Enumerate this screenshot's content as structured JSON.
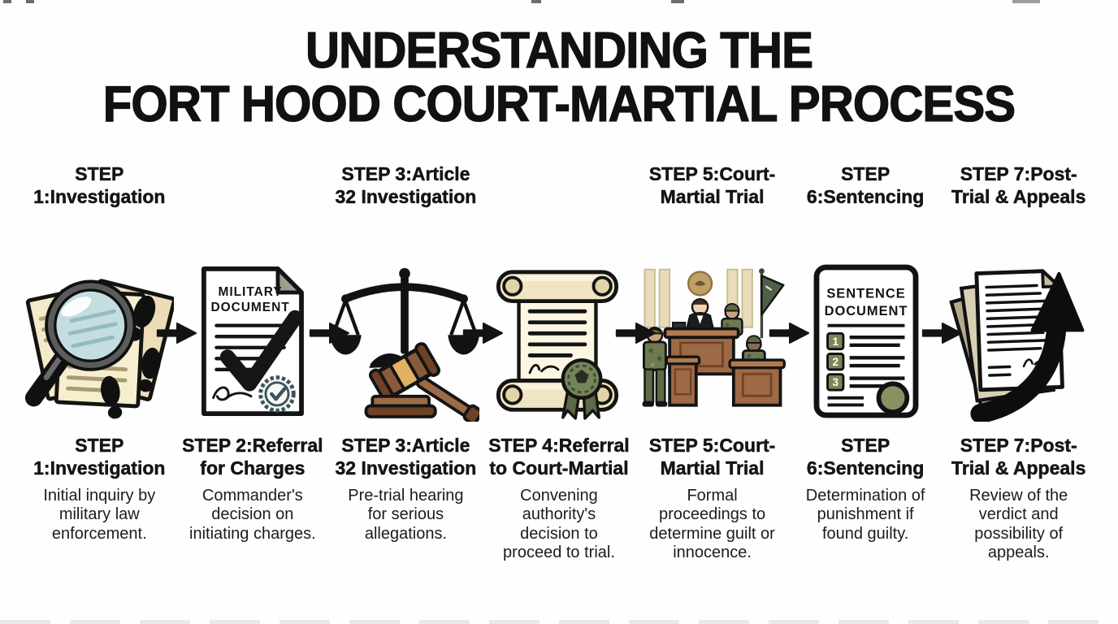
{
  "title": {
    "line1": "UNDERSTANDING THE",
    "line2": "FORT HOOD COURT-MARTIAL PROCESS"
  },
  "top_labels": [
    {
      "step": "STEP 1:",
      "name": "Investigation"
    },
    {
      "step": "STEP 3:",
      "name": "Article 32 Investigation"
    },
    {
      "step": "STEP 5:",
      "name": "Court-Martial Trial"
    },
    {
      "step": "STEP 6:",
      "name": "Sentencing"
    },
    {
      "step": "STEP 7:",
      "name": "Post-Trial & Appeals"
    }
  ],
  "steps": [
    {
      "step": "STEP 1:",
      "name": "Investigation",
      "description": "Initial inquiry by military law enforcement.",
      "icon": "magnifier-documents-footprints-icon"
    },
    {
      "step": "STEP 2:",
      "name": "Referral for Charges",
      "description": "Commander's decision on initiating charges.",
      "icon": "military-document-checkmark-icon"
    },
    {
      "step": "STEP 3:",
      "name": "Article 32 Investigation",
      "description": "Pre-trial hearing for serious allegations.",
      "icon": "scales-of-justice-gavel-icon"
    },
    {
      "step": "STEP 4:",
      "name": "Referral to Court-Martial",
      "description": "Convening authority's decision to proceed to trial.",
      "icon": "scroll-ribbon-seal-icon"
    },
    {
      "step": "STEP 5:",
      "name": "Court-Martial Trial",
      "description": "Formal proceedings to determine guilt or innocence.",
      "icon": "military-courtroom-scene-icon"
    },
    {
      "step": "STEP 6:",
      "name": "Sentencing",
      "description": "Determination of punishment if found guilty.",
      "icon": "sentence-document-numbered-list-icon"
    },
    {
      "step": "STEP 7:",
      "name": "Post-Trial & Appeals",
      "description": "Review of the verdict and possibility of appeals.",
      "icon": "documents-upward-arrow-icon"
    }
  ],
  "icons": {
    "flow_arrow": "right-arrow",
    "military_document": {
      "line1": "MILITARY",
      "line2": "DOCUMENT"
    },
    "sentence_document": {
      "line1": "SENTENCE",
      "line2": "DOCUMENT",
      "items": [
        "1",
        "2",
        "3"
      ]
    }
  },
  "colors": {
    "background": "#fefefe",
    "text": "#191919",
    "paper_cream": "#f2e7c9",
    "paper_tan": "#e8d9b4",
    "lens_blue": "#bfdbdf",
    "wood_brown": "#9e6a46",
    "wood_dark": "#6d4226",
    "gold_band": "#e2b162",
    "olive_camo": "#6d7a52",
    "olive_dark": "#5c6a46",
    "seal_olive": "#8a9060",
    "flag_green": "#4c6147",
    "wall_cream": "#e9dcba",
    "seal_tan": "#bfa066",
    "ink_black": "#131313"
  }
}
